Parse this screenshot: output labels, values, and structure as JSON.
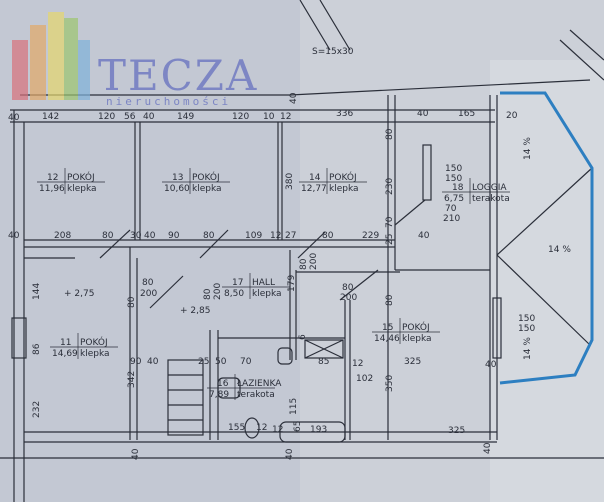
{
  "logo": {
    "name": "TECZA",
    "subtitle": "nieruchomości",
    "colors": [
      "#d9707a",
      "#e2a866",
      "#e6d66c",
      "#9cc46e",
      "#7fb0d8"
    ]
  },
  "colors": {
    "paper": "#c3c8d3",
    "paper_light": "#d3d7de",
    "line": "#2b2f3a",
    "loggia_outline": "#2d7fc1"
  },
  "rooms": [
    {
      "number": "12",
      "name": "POKÓJ",
      "area": "11,96",
      "floor": "klepka"
    },
    {
      "number": "13",
      "name": "POKÓJ",
      "area": "10,60",
      "floor": "klepka"
    },
    {
      "number": "14",
      "name": "POKÓJ",
      "area": "12,77",
      "floor": "klepka"
    },
    {
      "number": "18",
      "name": "LOGGIA",
      "area": "6,75",
      "floor": "terakota"
    },
    {
      "number": "11",
      "name": "POKÓJ",
      "area": "14,69",
      "floor": "klepka"
    },
    {
      "number": "17",
      "name": "HALL",
      "area": "8,50",
      "floor": "klepka"
    },
    {
      "number": "15",
      "name": "POKÓJ",
      "area": "14,46",
      "floor": "klepka"
    },
    {
      "number": "16",
      "name": "ŁAZIENKA",
      "area": "7,89",
      "floor": "terakota"
    }
  ],
  "elevations": [
    "+ 2,75",
    "+ 2,85"
  ],
  "slopes": [
    "14 %",
    "14 %",
    "14 %"
  ],
  "stair_note": "S=15x30",
  "dimensions": [
    "40",
    "142",
    "120",
    "56",
    "40",
    "149",
    "120",
    "10",
    "12",
    "40",
    "336",
    "40",
    "165",
    "20",
    "380",
    "80",
    "230",
    "150",
    "150",
    "70",
    "210",
    "40",
    "208",
    "80",
    "30",
    "40",
    "90",
    "80",
    "109",
    "12",
    "27",
    "80",
    "229",
    "40",
    "144",
    "86",
    "232",
    "342",
    "80",
    "179",
    "80",
    "350",
    "25",
    "70",
    "80",
    "200",
    "80",
    "200",
    "80",
    "200",
    "80",
    "200",
    "150",
    "150",
    "325",
    "40",
    "12",
    "102",
    "85",
    "193",
    "155",
    "12",
    "325",
    "40",
    "40",
    "40",
    "40",
    "90",
    "25",
    "50",
    "70",
    "6",
    "12",
    "65",
    "115"
  ]
}
